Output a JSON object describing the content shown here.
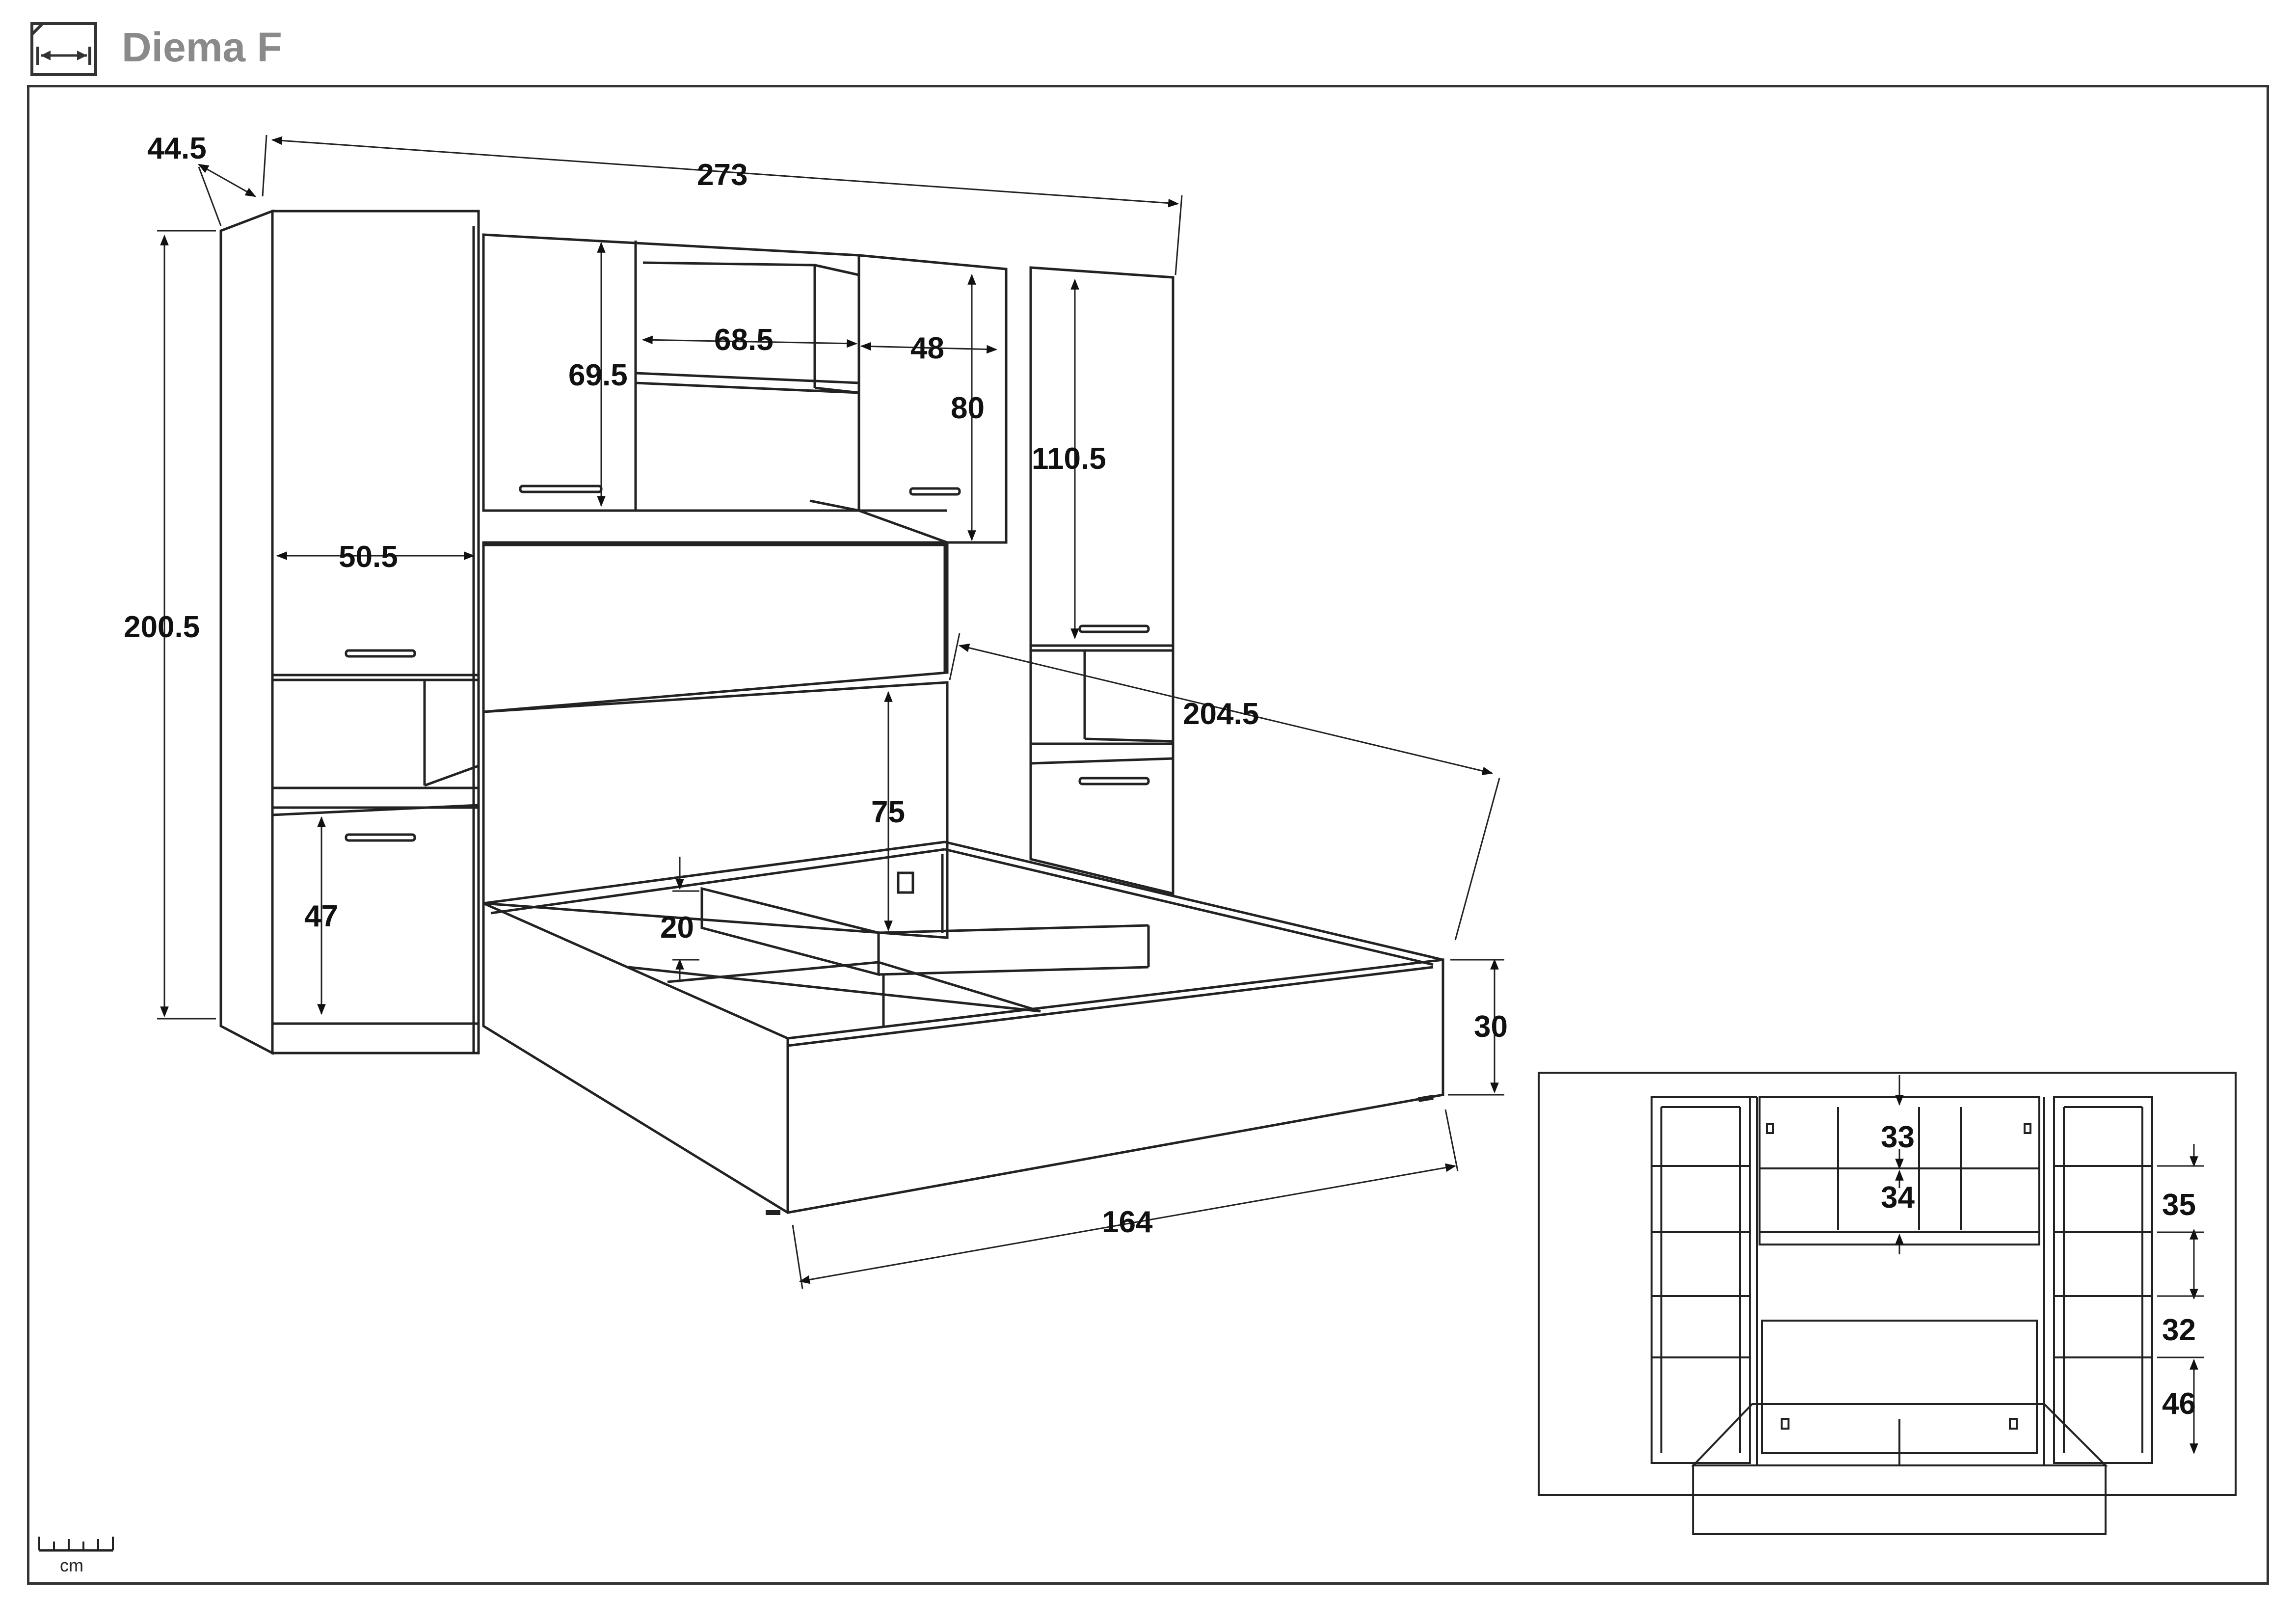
{
  "header": {
    "title": "Diema F",
    "icon": "dimensions-document-icon"
  },
  "dimensions": {
    "depth": "44.5",
    "total_width": "273",
    "total_height": "200.5",
    "wall_unit_height": "69.5",
    "middle_shelf_width": "68.5",
    "side_door_width": "48",
    "side_height": "80",
    "right_wardrobe_height": "110.5",
    "left_wardrobe_width": "50.5",
    "bed_length": "204.5",
    "headboard_height": "75",
    "base_height": "20",
    "lower_cabinet_height": "47",
    "bed_height": "30",
    "bed_width": "164"
  },
  "inset": {
    "shelf_height_1": "33",
    "shelf_height_2": "34",
    "column_shelf_1": "35",
    "column_shelf_2": "32",
    "column_shelf_3": "46"
  },
  "scale": {
    "unit": "cm",
    "icon": "ruler-icon"
  }
}
